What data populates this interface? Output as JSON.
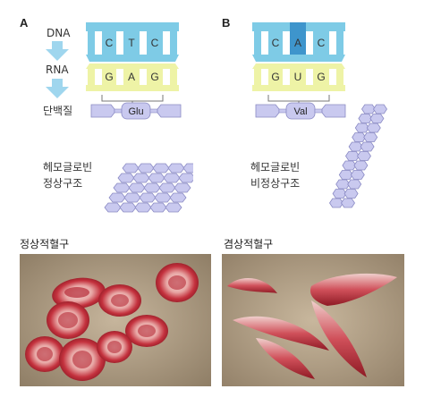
{
  "panel_a": {
    "letter": "A",
    "flow_labels": [
      "DNA",
      "RNA",
      "단백질"
    ],
    "dna_codon": [
      "C",
      "T",
      "C"
    ],
    "rna_codon": [
      "G",
      "A",
      "G"
    ],
    "amino_acid": "Glu",
    "structure_label": [
      "헤모글로빈",
      "정상구조"
    ],
    "photo_caption": "정상적혈구"
  },
  "panel_b": {
    "letter": "B",
    "dna_codon": [
      "C",
      "A",
      "C"
    ],
    "rna_codon": [
      "G",
      "U",
      "G"
    ],
    "amino_acid": "Val",
    "structure_label": [
      "헤모글로빈",
      "비정상구조"
    ],
    "photo_caption": "겸상적혈구"
  },
  "colors": {
    "dna_blue": "#7ecbe6",
    "rna_yellow": "#eef3a6",
    "mutated_blue": "#3e95cc",
    "protein_lavender": "#c9c9ef",
    "arrow_blue": "#9fd6ee",
    "photo_bg": "#b7a58c",
    "cell_red": "#c4323e"
  }
}
